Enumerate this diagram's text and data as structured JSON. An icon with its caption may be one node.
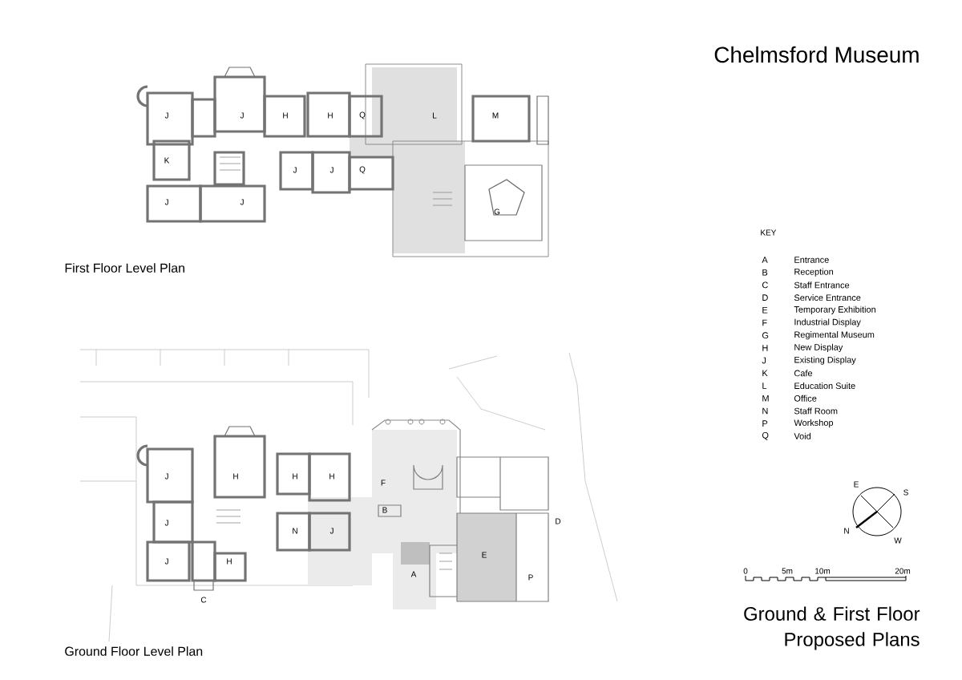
{
  "diagram": {
    "title": "Chelmsford Museum",
    "caption": "Ground & First Floor Proposed Plans",
    "labels": [
      "J",
      "J",
      "H",
      "H",
      "Q",
      "L",
      "M",
      "K",
      "J",
      "J",
      "Q",
      "J",
      "J",
      "G",
      "First Floor Level Plan",
      "J",
      "H",
      "H",
      "H",
      "F",
      "J",
      "B",
      "N",
      "J",
      "D",
      "E",
      "A",
      "J",
      "H",
      "P",
      "C",
      "Ground Floor Level Plan",
      "KEY",
      "A",
      "Entrance",
      "B",
      "Reception",
      "C",
      "Staff Entrance",
      "D",
      "Service Entrance",
      "E",
      "Temporary Exhibition",
      "F",
      "Industrial Display",
      "G",
      "Regimental Museum",
      "H",
      "New Display",
      "J",
      "Existing Display",
      "K",
      "Cafe",
      "L",
      "Education Suite",
      "M",
      "Office",
      "N",
      "Staff Room",
      "P",
      "Workshop",
      "Q",
      "Void",
      "E",
      "S",
      "N",
      "W",
      "0",
      "5m",
      "10m",
      "20m"
    ]
  }
}
